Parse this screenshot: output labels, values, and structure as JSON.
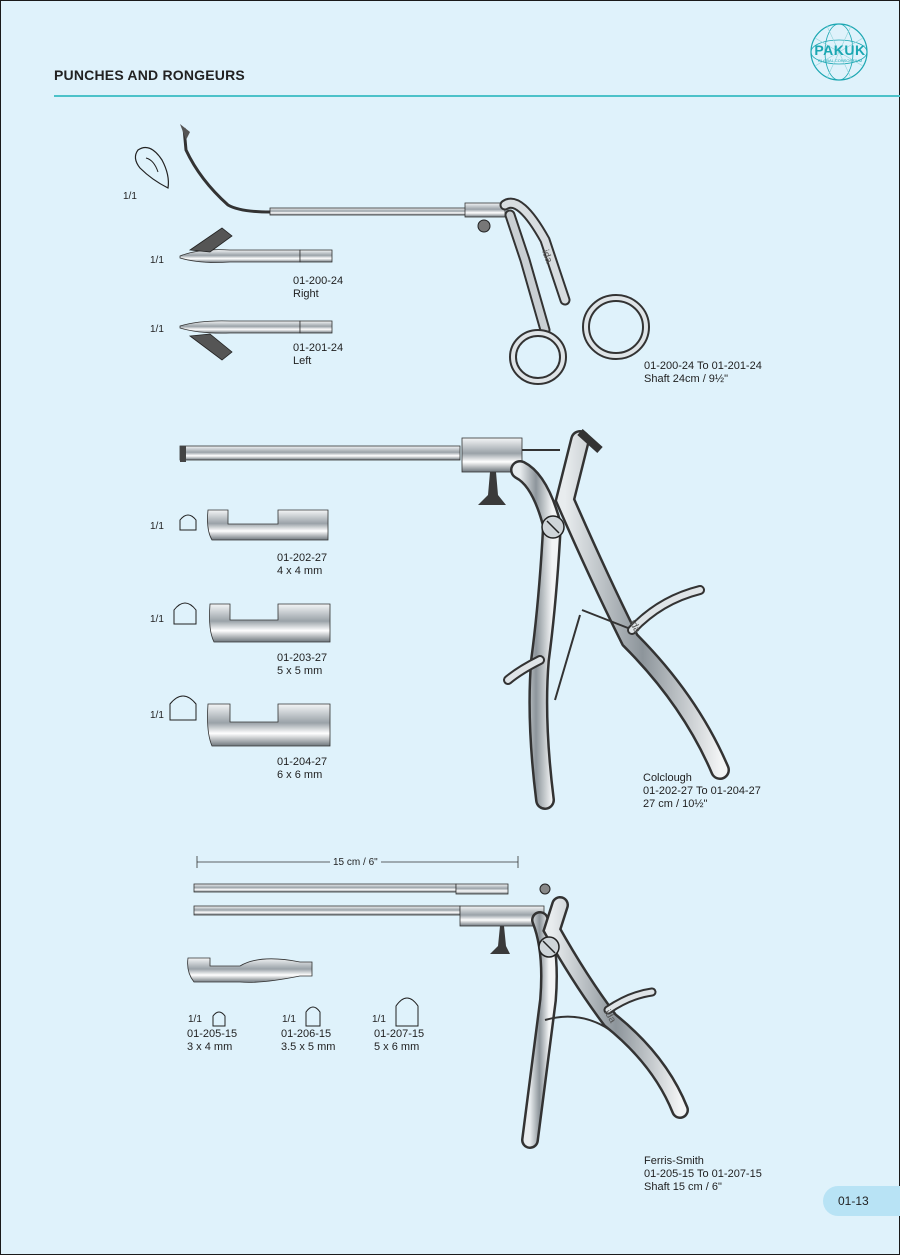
{
  "header": {
    "title": "PUNCHES AND RONGEURS"
  },
  "logo": {
    "name": "PAKUK",
    "tagline": "GLOBAL CONSORTIUM"
  },
  "section1": {
    "scale_top": "1/1",
    "scale_right": "1/1",
    "scale_left": "1/1",
    "right_code": "01-200-24",
    "right_side": "Right",
    "left_code": "01-201-24",
    "left_side": "Left",
    "range": "01-200-24 To 01-201-24",
    "shaft": "Shaft 24cm / 9½\"",
    "engraving": "ida"
  },
  "section2": {
    "items": [
      {
        "scale": "1/1",
        "code": "01-202-27",
        "size": "4 x 4 mm"
      },
      {
        "scale": "1/1",
        "code": "01-203-27",
        "size": "5 x 5 mm"
      },
      {
        "scale": "1/1",
        "code": "01-204-27",
        "size": "6 x 6 mm"
      }
    ],
    "name": "Colclough",
    "range": "01-202-27 To 01-204-27",
    "length": "27 cm / 10½\"",
    "engraving": "ida"
  },
  "section3": {
    "dimension": "15 cm / 6\"",
    "items": [
      {
        "scale": "1/1",
        "code": "01-205-15",
        "size": "3 x 4 mm"
      },
      {
        "scale": "1/1",
        "code": "01-206-15",
        "size": "3.5 x 5 mm"
      },
      {
        "scale": "1/1",
        "code": "01-207-15",
        "size": "5 x 6 mm"
      }
    ],
    "name": "Ferris-Smith",
    "range": "01-205-15 To 01-207-15",
    "shaft": "Shaft 15 cm / 6\"",
    "engraving": "ida"
  },
  "footer": {
    "page_number": "01-13"
  }
}
